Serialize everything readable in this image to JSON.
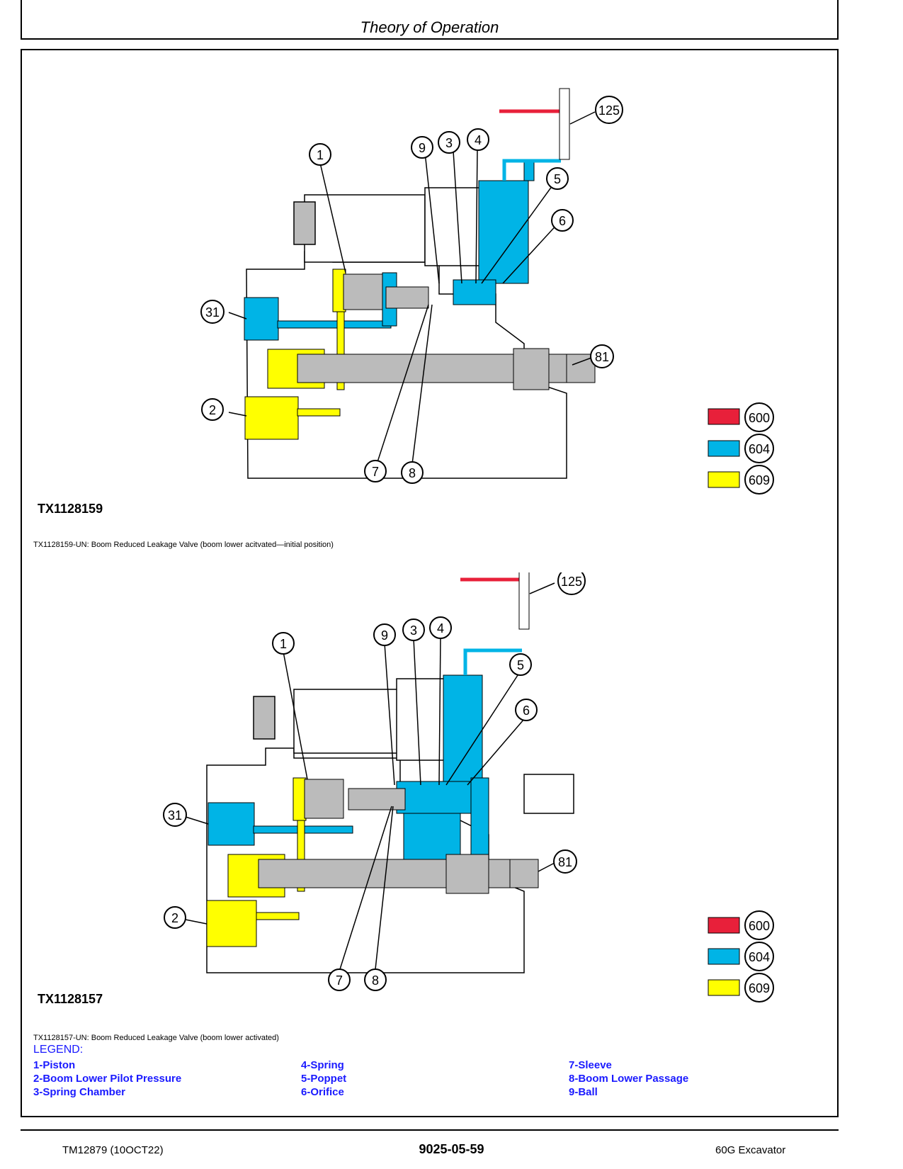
{
  "header": {
    "title": "Theory of Operation"
  },
  "figures": [
    {
      "id": "TX1128159",
      "caption": "TX1128159-UN: Boom Reduced Leakage Valve (boom lower acitvated—initial position)",
      "callouts": [
        "1",
        "2",
        "3",
        "4",
        "5",
        "6",
        "7",
        "8",
        "9",
        "31",
        "81",
        "125"
      ]
    },
    {
      "id": "TX1128157",
      "caption": "TX1128157-UN: Boom Reduced Leakage Valve (boom lower activated)",
      "callouts": [
        "1",
        "2",
        "3",
        "4",
        "5",
        "6",
        "7",
        "8",
        "9",
        "31",
        "81",
        "125"
      ]
    }
  ],
  "color_key": [
    {
      "code": "600",
      "color": "#e8203a"
    },
    {
      "code": "604",
      "color": "#00b4e6"
    },
    {
      "code": "609",
      "color": "#ffff00"
    }
  ],
  "legend": {
    "title": "LEGEND:",
    "col1": [
      "1-Piston",
      "2-Boom Lower Pilot Pressure",
      "3-Spring Chamber"
    ],
    "col2": [
      "4-Spring",
      "5-Poppet",
      "6-Orifice"
    ],
    "col3": [
      "7-Sleeve",
      "8-Boom Lower Passage",
      "9-Ball"
    ]
  },
  "footer": {
    "left": "TM12879 (10OCT22)",
    "center": "9025-05-59",
    "right": "60G Excavator"
  }
}
